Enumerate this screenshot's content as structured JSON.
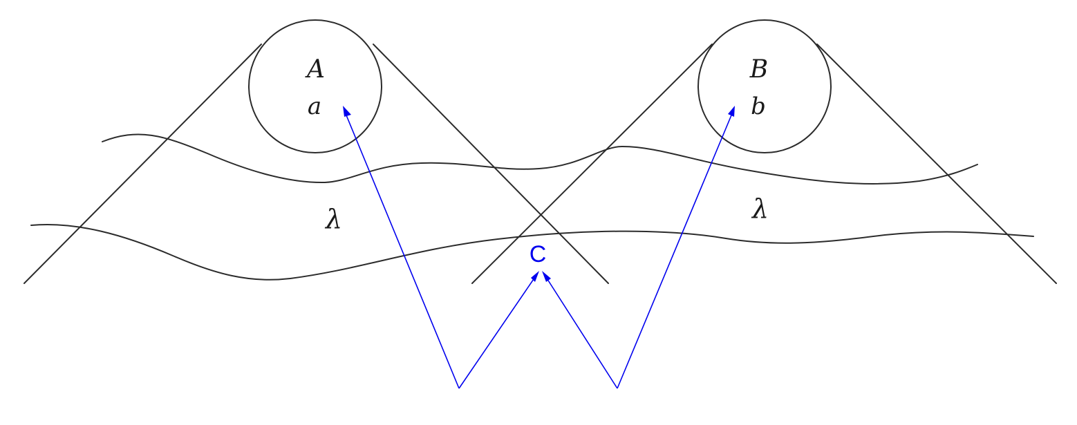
{
  "diagram": {
    "region_a": {
      "label_upper": "A",
      "label_lower": "a"
    },
    "region_b": {
      "label_upper": "B",
      "label_lower": "b"
    },
    "lambda_left": "λ",
    "lambda_right": "λ",
    "common_label": "C"
  },
  "colors": {
    "line": "#2b2b2b",
    "arrow": "#0000ee",
    "background": "#ffffff"
  }
}
